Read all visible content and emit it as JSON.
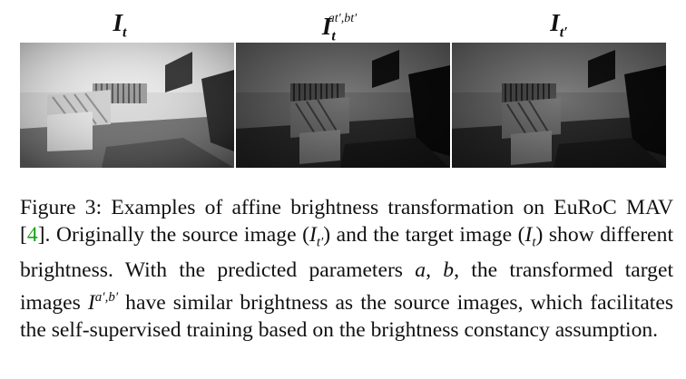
{
  "panels": [
    {
      "title_main": "I",
      "title_sub": "t",
      "title_sup": "",
      "brightness": "bright"
    },
    {
      "title_main": "I",
      "title_sub": "t",
      "title_sup": "at′,bt′",
      "brightness": "dark"
    },
    {
      "title_main": "I",
      "title_sub": "t′",
      "title_sup": "",
      "brightness": "dark"
    }
  ],
  "caption": {
    "label": "Figure 3:",
    "text_1": " Examples of affine brightness transformation on EuRoC MAV [",
    "ref": "4",
    "text_2": "]. Originally the source image (",
    "src_sym": "I",
    "src_sub": "t′",
    "text_3": ") and the target image (",
    "tgt_sym": "I",
    "tgt_sub": "t",
    "text_4": ") show different brightness. With the predicted parameters ",
    "param_a": "a",
    "comma": ", ",
    "param_b": "b",
    "text_5": ", the transformed target images ",
    "trans_sym": "I",
    "trans_sup": "a′,b′",
    "text_6": " have similar brightness as the source images, which facilitates the self-supervised training based on the brightness constancy assumption."
  }
}
